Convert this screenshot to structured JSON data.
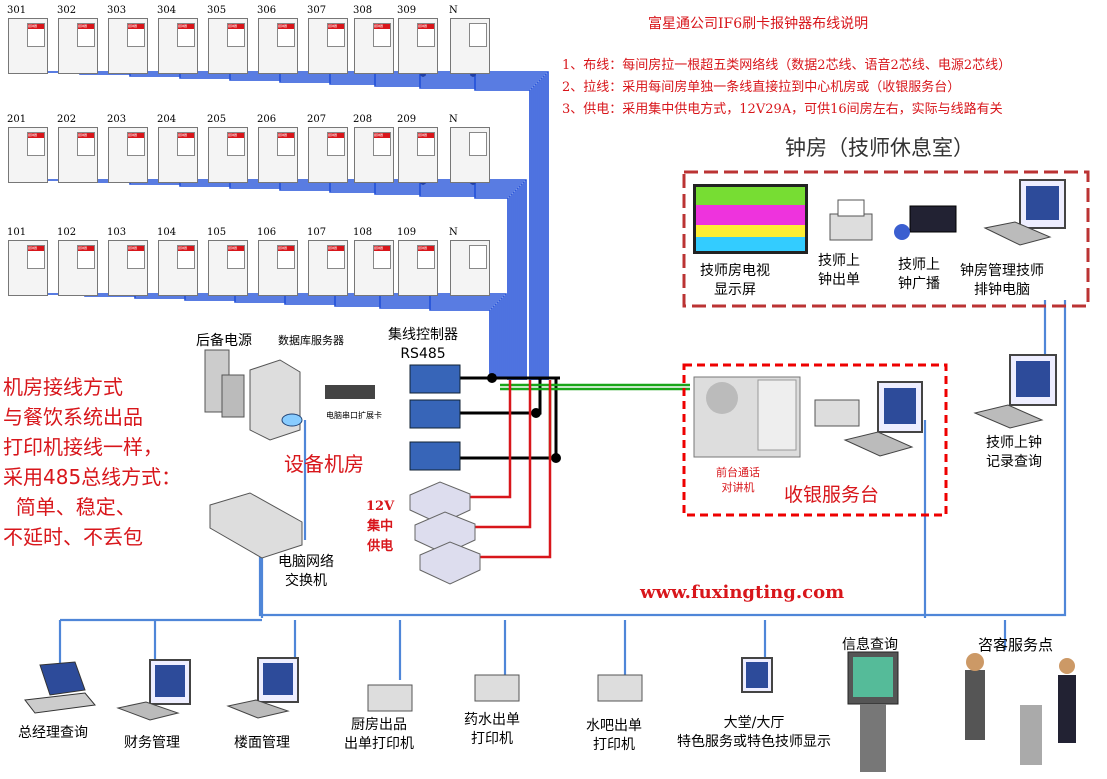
{
  "title": "富星通公司IF6刷卡报钟器布线说明",
  "notes": [
    "1、布线：每间房拉一根超五类网络线（数据2芯线、语音2芯线、电源2芯线）",
    "2、拉线：采用每间房单独一条线直接拉到中心机房或（收银服务台）",
    "3、供电：采用集中供电方式，12V29A，可供16间房左右，实际与线路有关"
  ],
  "floors": {
    "row3": [
      "301",
      "302",
      "303",
      "304",
      "305",
      "306",
      "307",
      "308",
      "309",
      "N"
    ],
    "row2": [
      "201",
      "202",
      "203",
      "204",
      "205",
      "206",
      "207",
      "208",
      "209",
      "N"
    ],
    "row1": [
      "101",
      "102",
      "103",
      "104",
      "105",
      "106",
      "107",
      "108",
      "109",
      "N"
    ]
  },
  "room_badge": "报钟器",
  "bell_room": {
    "title": "钟房（技师休息室）",
    "tv": "技师房电视\n显示屏",
    "printer": "技师上\n钟出单",
    "broadcast": "技师上\n钟广播",
    "pc": "钟房管理技师\n排钟电脑"
  },
  "server_room": {
    "label": "设备机房",
    "ups": "后备电源",
    "db_server": "数据库服务器",
    "serial_card": "电脑串口扩展卡",
    "controller": "集线控制器\nRS485",
    "power": "12V\n集中\n供电",
    "switch": "电脑网络\n交换机"
  },
  "left_note": [
    "机房接线方式",
    "与餐饮系统出品",
    "打印机接线一样，",
    "采用485总线方式：",
    "  简单、稳定、",
    "不延时、不丢包"
  ],
  "cashier": {
    "title": "收银服务台",
    "intercom": "前台通话\n对讲机"
  },
  "checkin_query": "技师上钟\n记录查询",
  "website": "www.fuxingting.com",
  "bottom": {
    "info": "信息查询",
    "service": "咨客服务点",
    "items": [
      "总经理查询",
      "财务管理",
      "楼面管理",
      "厨房出品\n出单打印机",
      "药水出单\n打印机",
      "水吧出单\n打印机",
      "大堂/大厅\n特色服务或特色技师显示"
    ]
  },
  "colors": {
    "red": "#d8161b",
    "blue": "#1f4fd8",
    "line": "#4f86d8",
    "green": "#1aa61a"
  }
}
